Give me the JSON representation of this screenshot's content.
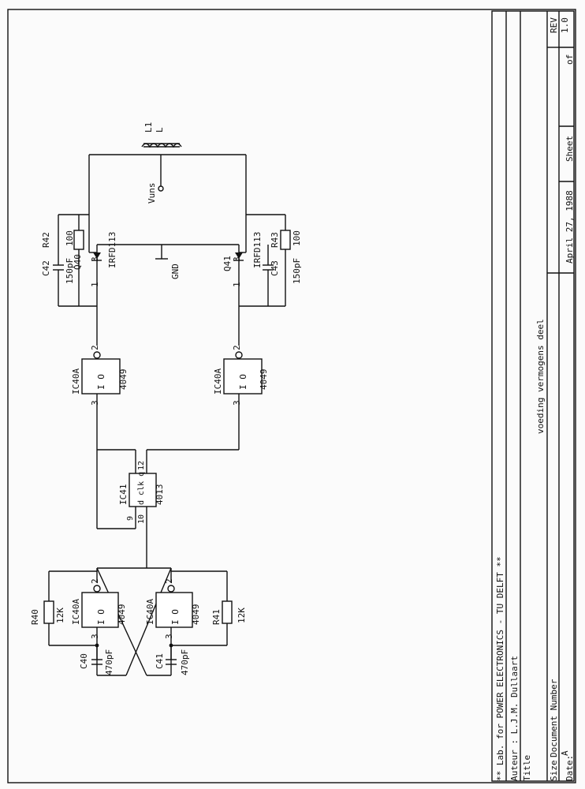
{
  "title_block": {
    "company": "** Lab. for POWER ELECTRONICS - TU DELFT **",
    "author": "Auteur : L.J.M. Dullaart",
    "title_label": "Title",
    "title_value": "voeding vermogens deel",
    "size_label": "Size",
    "size_value": "A",
    "docnum_label": "Document Number",
    "rev_label": "REV",
    "rev_value": "1.0",
    "date_label": "Date:",
    "date_value": "April 27, 1988",
    "sheet_label": "Sheet",
    "of_label": "of"
  },
  "components": {
    "ic40a_label": "IC40A",
    "inv_part": "4049",
    "inv_io": "I O",
    "ic41_label": "IC41",
    "ff_part": "4013",
    "ff_pins": "d  clk q",
    "ff_q": "q",
    "q40": "Q40",
    "q41": "Q41",
    "irfd_left": "IRFD113",
    "irfd_right": "IRFD113",
    "c42": "C42",
    "c43": "C43",
    "cap_150": "150pF",
    "r42": "R42",
    "r43": "R43",
    "r_100": "100",
    "r40": "R40",
    "r41": "R41",
    "r_12k": "12K",
    "c40": "C40",
    "c41": "C41",
    "cap_470": "470pF",
    "l1": "L1",
    "l_small": "L",
    "vuns": "Vuns",
    "gnd": "GND"
  },
  "pins": {
    "p1": "1",
    "p2": "2",
    "p3": "3",
    "p9": "9",
    "p10": "10",
    "p12": "12"
  }
}
